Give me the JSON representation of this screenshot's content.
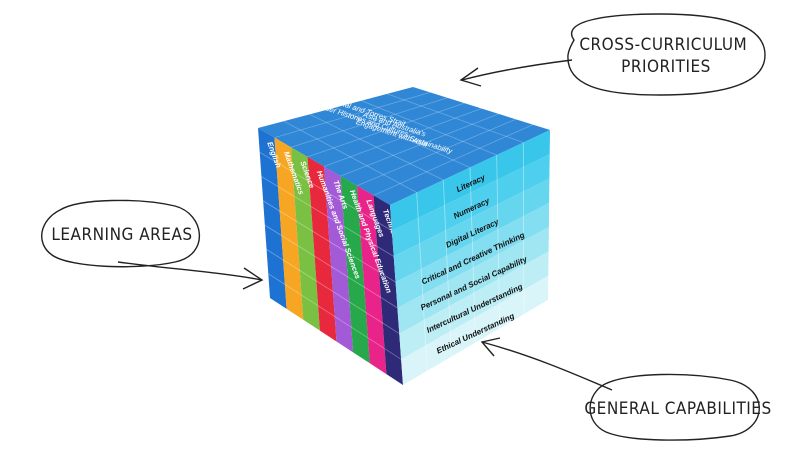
{
  "learning_areas": [
    {
      "label": "English",
      "color": "#1e73d2"
    },
    {
      "label": "Mathematics",
      "color": "#f6a623"
    },
    {
      "label": "Science",
      "color": "#7ac143"
    },
    {
      "label": "Humanities and Social Sciences",
      "color": "#e8293d"
    },
    {
      "label": "The Arts",
      "color": "#a35ad6"
    },
    {
      "label": "Health and Physical Education",
      "color": "#27a84a"
    },
    {
      "label": "Languages",
      "color": "#e8238a"
    },
    {
      "label": "Technologies",
      "color": "#2e2a78"
    }
  ],
  "general_capabilities": [
    {
      "label": "Literacy",
      "color": "#38c7ea"
    },
    {
      "label": "Numeracy",
      "color": "#4fcfee"
    },
    {
      "label": "Digital Literacy",
      "color": "#66d6ee"
    },
    {
      "label": "Critical and Creative Thinking",
      "color": "#82def0"
    },
    {
      "label": "Personal and Social Capability",
      "color": "#9fe5f2"
    },
    {
      "label": "Intercultural Understanding",
      "color": "#bdedf5"
    },
    {
      "label": "Ethical Understanding",
      "color": "#d9f5f9"
    }
  ],
  "cross_curriculum_priorities": [
    {
      "label_lines": [
        "Aboriginal and Torres Strait",
        "Islander Histories and Cultures"
      ]
    },
    {
      "label_lines": [
        "Asia and Australia's",
        "Engagement with Asia"
      ]
    },
    {
      "label_lines": [
        "Sustainability"
      ]
    }
  ],
  "callouts": {
    "cross_curriculum": [
      "CROSS-CURRICULUM",
      "PRIORITIES"
    ],
    "learning_areas": "LEARNING AREAS",
    "general_capabilities": "GENERAL CAPABILITIES"
  },
  "colors": {
    "top_face": "#2f87d6",
    "top_face_light": "#3fa0e2"
  }
}
